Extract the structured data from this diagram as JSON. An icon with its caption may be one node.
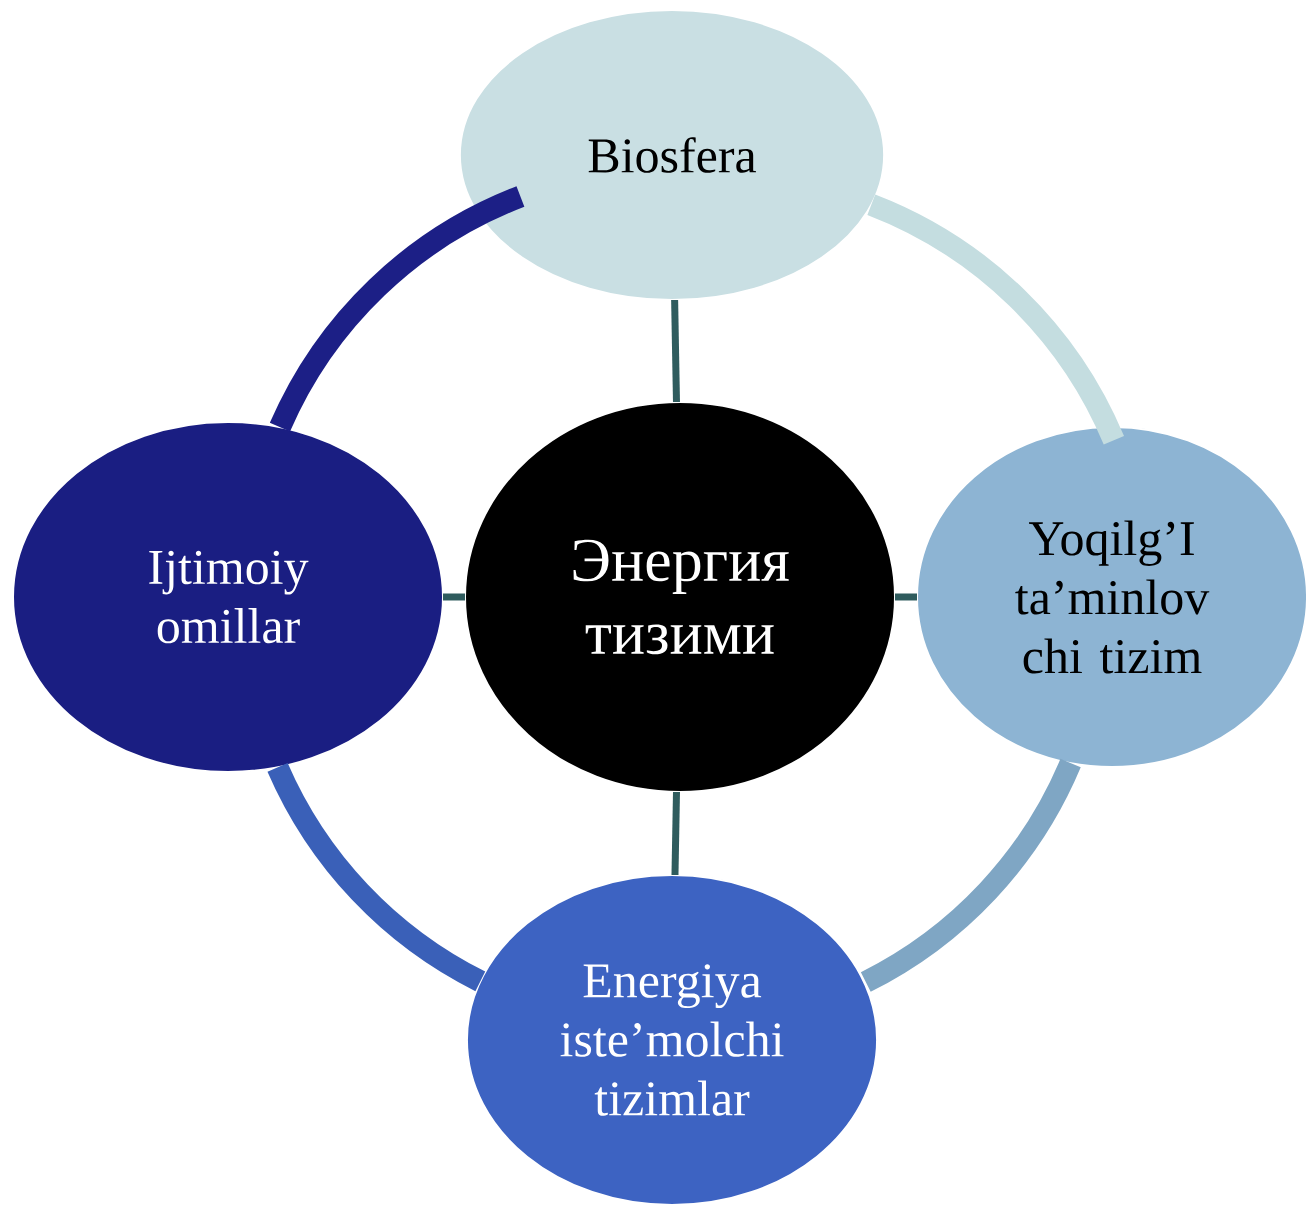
{
  "diagram": {
    "nodes": [
      {
        "text": [
          "Biosfera"
        ]
      },
      {
        "text": [
          "Ijtimoiy omillar"
        ]
      },
      {
        "text": [
          "Энергия тизими"
        ]
      },
      {
        "text": [
          "Yoqilg’I ta’minlov chi tizim"
        ]
      },
      {
        "text": [
          "Energiya iste’molchi tizimlar"
        ]
      }
    ],
    "edges": [
      {
        "from": 2,
        "to": 0,
        "arrow": "none"
      },
      {
        "from": 2,
        "to": 1,
        "arrow": "none"
      },
      {
        "from": 2,
        "to": 3,
        "arrow": "none"
      },
      {
        "from": 2,
        "to": 4,
        "arrow": "none"
      },
      {
        "from": 0,
        "to": 3,
        "arrow": "none",
        "style": "thick",
        "color": "#c4dde0"
      },
      {
        "from": 3,
        "to": 4,
        "arrow": "none",
        "style": "thick",
        "color": "#7fa6c4"
      },
      {
        "from": 4,
        "to": 1,
        "arrow": "none",
        "style": "thick",
        "color": "#3a60b8"
      },
      {
        "from": 1,
        "to": 0,
        "arrow": "none",
        "style": "thick",
        "color": "#1c1f86"
      }
    ]
  }
}
